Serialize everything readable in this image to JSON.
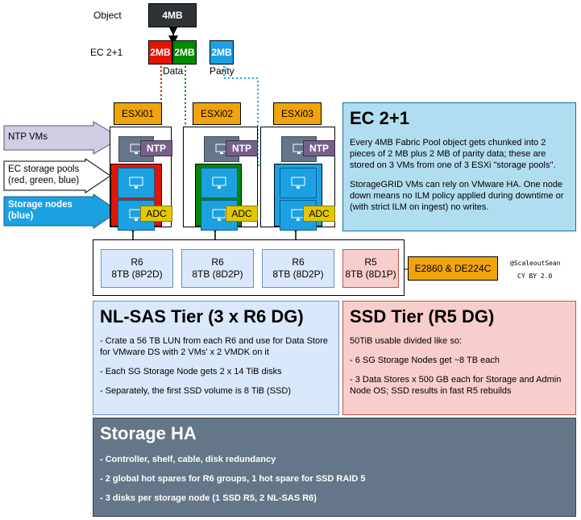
{
  "top": {
    "object_label": "Object",
    "object_size": "4MB",
    "ec_label": "EC 2+1",
    "chunks": [
      "2MB",
      "2MB",
      "2MB"
    ],
    "data_label": "Data",
    "parity_label": "Parity"
  },
  "callouts": {
    "ntp": "NTP VMs",
    "ec_pools": "EC storage pools (red, green, blue)",
    "storage_nodes": "Storage nodes (blue)"
  },
  "hosts": [
    {
      "name": "ESXi01",
      "pool_color": "#e51400",
      "ntp": "NTP",
      "adc": "ADC"
    },
    {
      "name": "ESXi02",
      "pool_color": "#008a00",
      "ntp": "NTP",
      "adc": "ADC"
    },
    {
      "name": "ESXi03",
      "pool_color": "#1ba1e2",
      "ntp": "NTP",
      "adc": "ADC"
    }
  ],
  "vm_icon_text": "VM",
  "disk_groups": [
    {
      "raid": "R6",
      "size": "8TB (8P2D)"
    },
    {
      "raid": "R6",
      "size": "8TB (8D2P)"
    },
    {
      "raid": "R6",
      "size": "8TB (8D2P)"
    },
    {
      "raid": "R5",
      "size": "8TB (8D1P)"
    }
  ],
  "array_label": "E2860 & DE224C",
  "credit": {
    "author": "@ScaleoutSean",
    "license": "CY BY 2.0"
  },
  "ec_panel": {
    "title": "EC 2+1",
    "paragraphs": [
      "Every 4MB Fabric Pool object gets chunked into 2 pieces of 2 MB plus 2 MB of parity data; these are stored on 3 VMs from one of 3 ESXi \"storage pools\".",
      "StorageGRID VMs can rely on VMware HA. One node down means no ILM policy applied during downtime or (with strict ILM on ingest) no writes."
    ]
  },
  "nlsas_panel": {
    "title": "NL-SAS Tier (3 x R6 DG)",
    "items": [
      "- Crate a 56 TB LUN from each R6 and use for Data Store for VMware DS with 2 VMs' x 2 VMDK on it",
      "- Each SG Storage Node gets 2 x 14 TiB disks",
      "- Separately, the first SSD volume is 8 TiB (SSD)"
    ]
  },
  "ssd_panel": {
    "title": "SSD Tier (R5 DG)",
    "items": [
      "50TiB usable divided like so:",
      "- 6 SG Storage Nodes get ~8 TB each",
      "- 3 Data Stores x 500 GB each for Storage and Admin Node OS; SSD results in fast R5 rebuilds"
    ]
  },
  "ha_panel": {
    "title": "Storage HA",
    "items": [
      "- Controller, shelf, cable, disk redundancy",
      "- 2 global hot spares for R6 groups, 1 hot spare for SSD RAID 5",
      "- 3 disks per storage node (1 SSD R5, 2 NL-SAS R6)"
    ]
  },
  "colors": {
    "esxi_header": "#f0a30a",
    "ntp": "#76608a",
    "adc": "#e3c800",
    "r6": "#dae8fc",
    "r5": "#f8cecc",
    "ec_panel": "#b1ddf0",
    "ha_panel": "#647687"
  }
}
